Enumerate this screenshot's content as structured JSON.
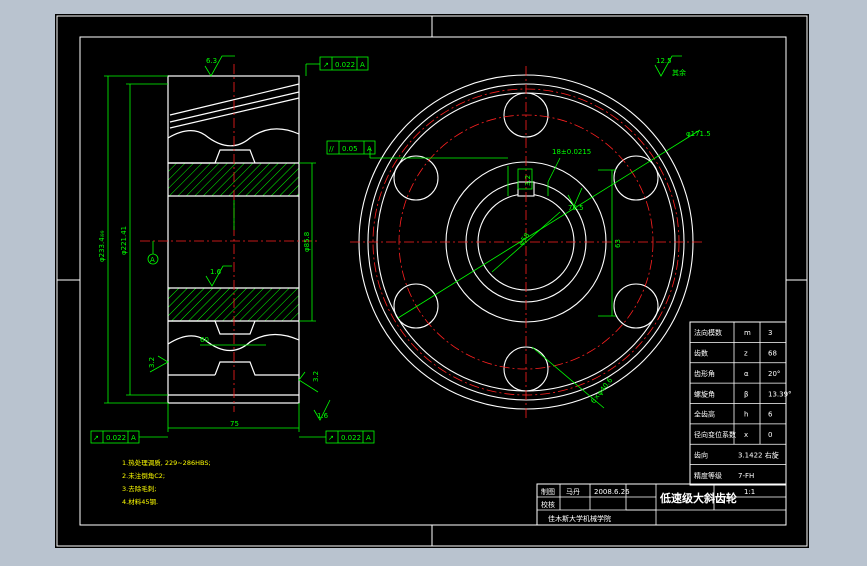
{
  "colors": {
    "background": "#b9c3cf",
    "sheet": "#000000",
    "outline": "#ffffff",
    "centerline": "#ff2020",
    "dimension": "#00ff00",
    "text": "#ffffff",
    "hatch": "#00ff00",
    "note": "#ffff00"
  },
  "side_view": {
    "diam_outer": "φ233.4ᵢ₉₉",
    "diam_pitch": "φ221.41",
    "diam_hub": "φ85.8",
    "width": "75",
    "hub_width": "60",
    "roughness_top": "6.3",
    "roughness_hub": "1.6",
    "roughness_side": "3.2",
    "roughness_right": "3.2",
    "roughness_lower": "1.6",
    "runout_top": "0.022",
    "runout_top_ref": "A",
    "runout_bl": "0.022",
    "runout_bl_ref": "A",
    "runout_br": "0.022",
    "runout_br_ref": "A",
    "datum": "A"
  },
  "front_view": {
    "parallel_tol": "0.05",
    "parallel_ref": "A",
    "keyway_note": "18±0.0215",
    "roughness_key": "3.2",
    "keyway_depth": "76.5",
    "bore_diam": "φ58",
    "hub_dim": "63",
    "pcd": "φ171.5",
    "hole_label": "6×φ40.6",
    "rest_roughness": "12.5",
    "rest_label": "其余"
  },
  "param_table": {
    "rows": [
      {
        "name": "法向模数",
        "sym": "m",
        "val": "3"
      },
      {
        "name": "齿数",
        "sym": "z",
        "val": "68"
      },
      {
        "name": "齿形角",
        "sym": "α",
        "val": "20°"
      },
      {
        "name": "螺旋角",
        "sym": "β",
        "val": "13.39°"
      },
      {
        "name": "全齿高",
        "sym": "h",
        "val": "6"
      },
      {
        "name": "径向变位系数",
        "sym": "x",
        "val": "0"
      },
      {
        "name": "齿向",
        "sym": "",
        "val": "3.1422 右旋"
      },
      {
        "name": "精度等级",
        "sym": "",
        "val": "7-FH"
      }
    ]
  },
  "notes": [
    "1.热处理调质, 229~286HBS;",
    "2.未注倒角C2;",
    "3.去除毛刺;",
    "4.材料45钢."
  ],
  "title_block": {
    "row1_label": "制图",
    "row1_name": "马丹",
    "row1_date": "2008.6.26",
    "row2_label": "校核",
    "drawing_title": "低速级大斜齿轮",
    "scale": "1:1",
    "school": "佳木斯大学机械学院"
  }
}
